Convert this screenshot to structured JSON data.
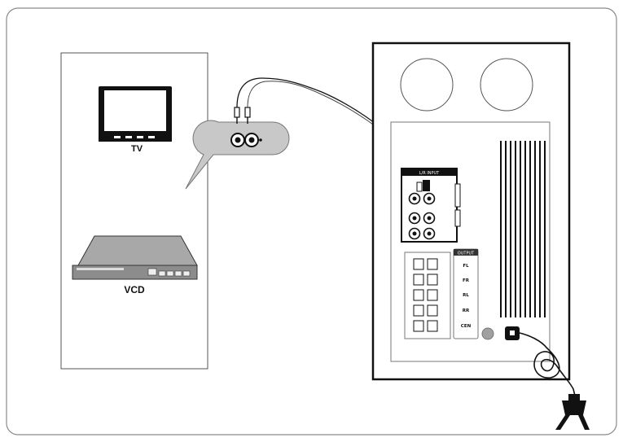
{
  "devices": {
    "tv_label": "TV",
    "vcd_label": "VCD"
  },
  "subwoofer": {
    "input_panel_label": "L/R INPUT",
    "output_panel_label": "OUTPUT",
    "output_channels": [
      "FL",
      "FR",
      "RL",
      "RR",
      "CEN"
    ]
  },
  "colors": {
    "line": "#111111",
    "bubble_fill": "#c8c8c8",
    "device_fill": "#9a9a9a",
    "knob_fill": "#a0a0a0"
  }
}
